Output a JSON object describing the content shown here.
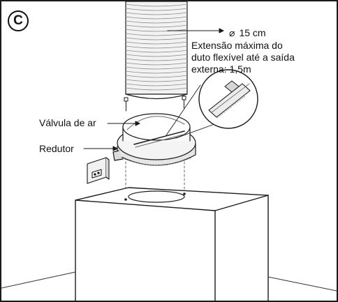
{
  "step": {
    "letter": "C"
  },
  "duct_note": {
    "diameter_symbol": "⌀",
    "diameter": "15 cm",
    "lines": [
      "Extensão máxima do",
      "duto flexível até a saída",
      "externa: 1,5m"
    ]
  },
  "callouts": {
    "air_valve": "Válvula de ar",
    "reducer": "Redutor"
  }
}
